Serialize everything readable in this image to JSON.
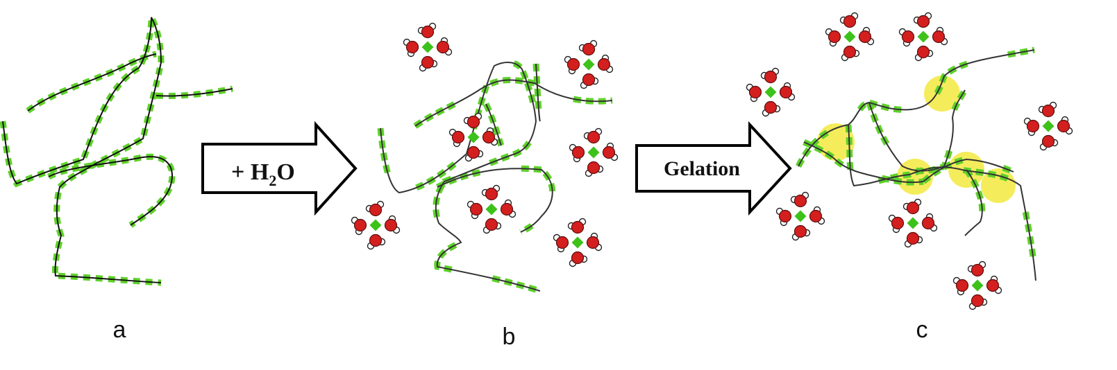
{
  "colors": {
    "bead": "#5fd12a",
    "chain": "#111111",
    "chain_bare": "#333333",
    "oxygen": "#d41f1f",
    "hydrogen": "#ffffff",
    "center_ion": "#3cc21a",
    "crosslink": "#f2e526",
    "arrow_fill": "#ffffff",
    "arrow_stroke": "#000000"
  },
  "steps": [
    {
      "id": "a",
      "label": "a"
    },
    {
      "id": "b",
      "label": "b"
    },
    {
      "id": "c",
      "label": "c"
    }
  ],
  "arrows": [
    {
      "from": "a",
      "to": "b",
      "text_main": "+ H",
      "text_sub": "2",
      "text_tail": "O"
    },
    {
      "from": "b",
      "to": "c",
      "text": "Gelation"
    }
  ],
  "icons": {
    "water_cluster": "hydrated-ion-cluster-icon",
    "crosslink": "crosslink-point-icon"
  }
}
